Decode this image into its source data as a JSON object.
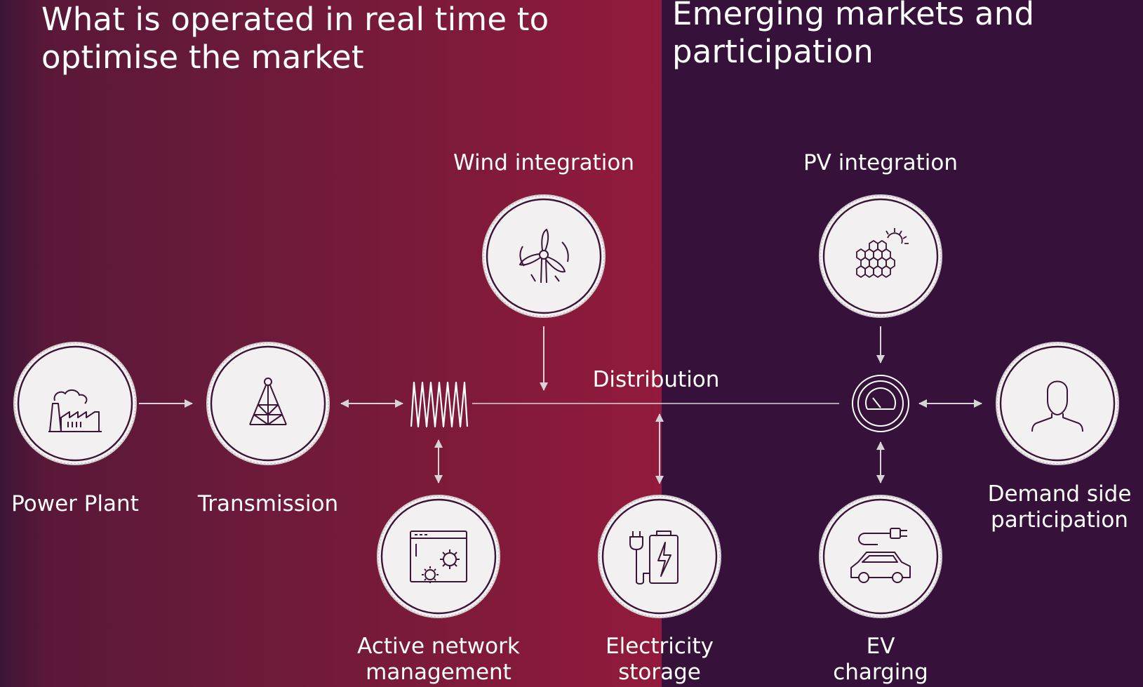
{
  "headings": {
    "left": [
      "What is operated in real time to",
      "optimise the market"
    ],
    "right": [
      "Emerging markets and",
      "participation"
    ]
  },
  "distribution_label": "Distribution",
  "nodes": {
    "power_plant": "Power Plant",
    "transmission": "Transmission",
    "wind": "Wind integration",
    "pv": "PV integration",
    "demand": [
      "Demand side",
      "participation"
    ],
    "anm": [
      "Active network",
      "management"
    ],
    "storage": [
      "Electricity",
      "storage"
    ],
    "ev": [
      "EV",
      "charging"
    ]
  },
  "icons": {
    "power_plant": "factory-icon",
    "transmission": "transmission-tower-icon",
    "wind": "wind-turbine-icon",
    "pv": "solar-panel-icon",
    "demand": "person-icon",
    "anm": "browser-gears-icon",
    "storage": "plug-battery-icon",
    "ev": "electric-car-icon",
    "meter": "meter-gauge-icon",
    "grid": "waveform-icon"
  },
  "colors": {
    "left_panel_start": "#3d1535",
    "left_panel_end": "#921a3c",
    "right_panel": "#36123a",
    "circle_fill": "#f3f0f1",
    "icon_stroke": "#3a1535",
    "connector": "#d8d3d6",
    "text": "#ffffff"
  }
}
